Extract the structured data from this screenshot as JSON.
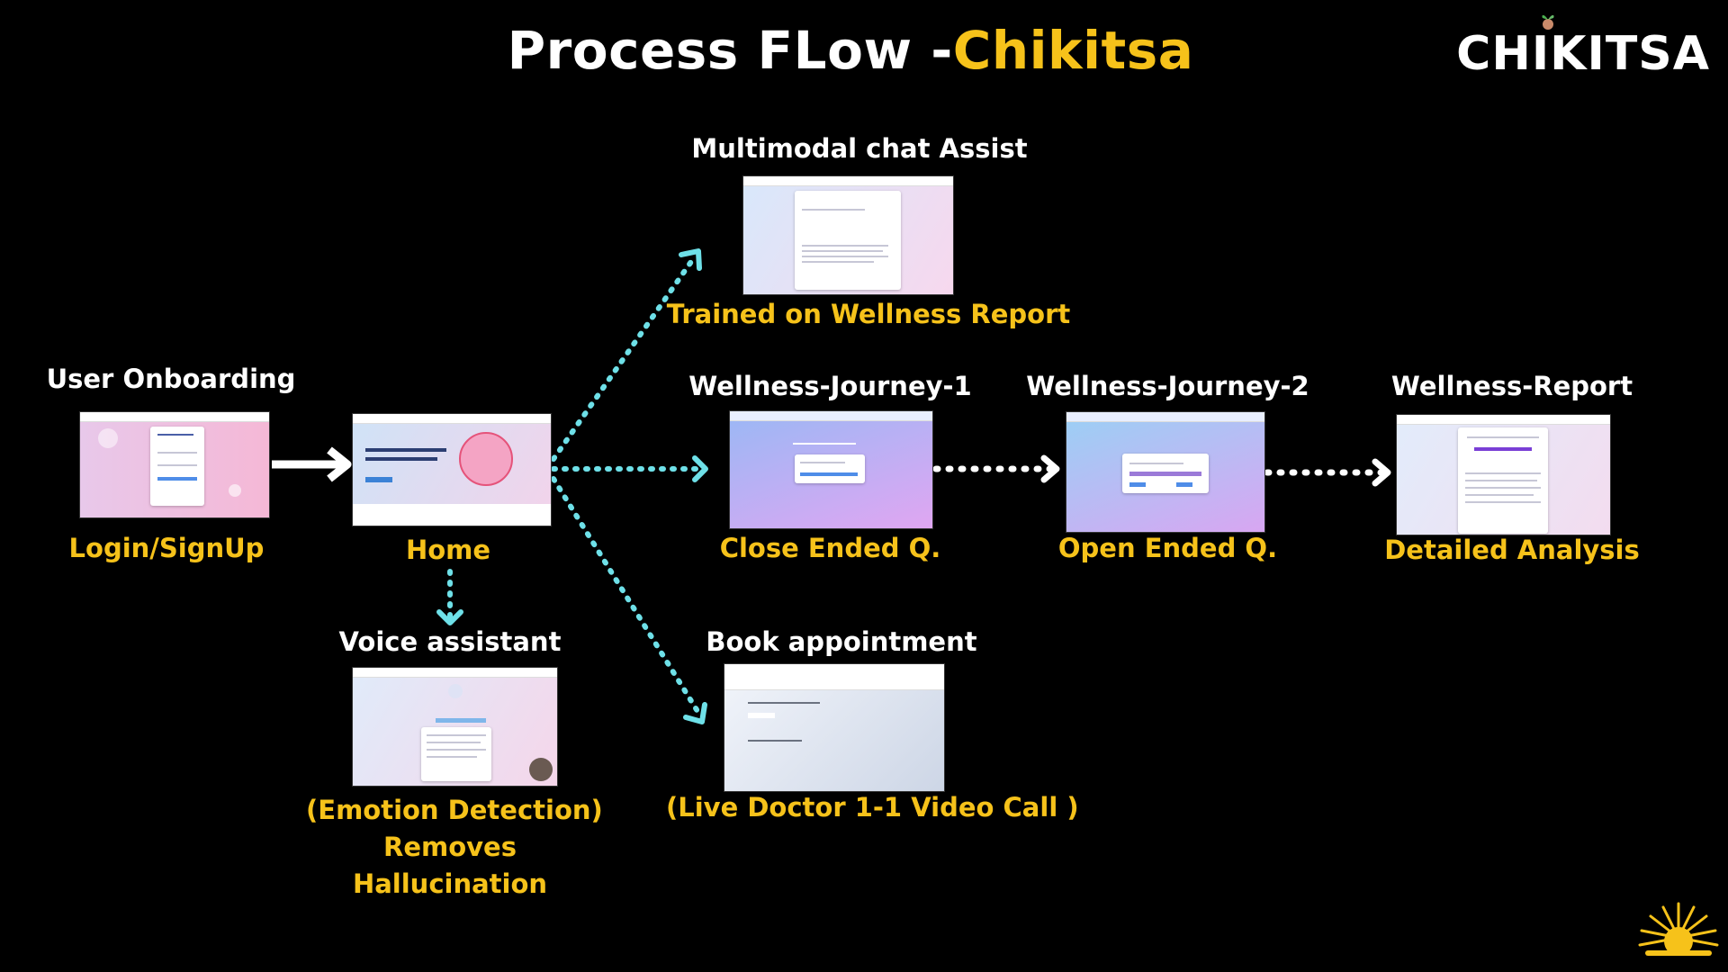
{
  "header": {
    "title_prefix": "Process FLow -",
    "title_accent": "Chikitsa",
    "brand": "CHIKITSA"
  },
  "nodes": {
    "onboarding": {
      "heading": "User Onboarding",
      "caption": "Login/SignUp"
    },
    "home": {
      "caption": "Home"
    },
    "chat": {
      "heading": "Multimodal chat Assist",
      "caption": "Trained on Wellness Report"
    },
    "journey1": {
      "heading": "Wellness-Journey-1",
      "caption": "Close Ended Q."
    },
    "journey2": {
      "heading": "Wellness-Journey-2",
      "caption": "Open Ended Q."
    },
    "report": {
      "heading": "Wellness-Report",
      "caption": "Detailed Analysis"
    },
    "voice": {
      "heading": "Voice assistant",
      "caption_lines": [
        "(Emotion Detection)",
        "Removes",
        "Hallucination"
      ]
    },
    "booking": {
      "heading": "Book appointment",
      "caption": "(Live Doctor 1-1 Video Call )"
    }
  },
  "colors": {
    "accent": "#f6c21a",
    "dotted_arrow": "#6ee0e8",
    "solid_arrow": "#ffffff",
    "background": "#000000"
  },
  "icons": [
    "sun-logo-icon",
    "brand-sprout-icon"
  ]
}
